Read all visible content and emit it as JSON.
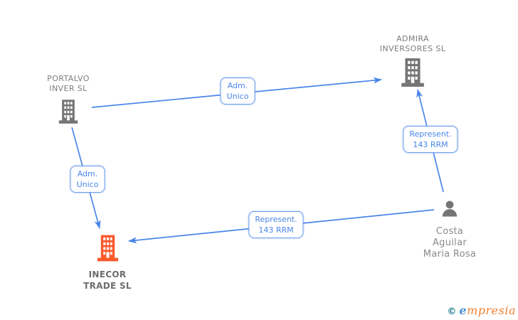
{
  "diagram": {
    "entities": {
      "portalvo": {
        "line1": "PORTALVO",
        "line2": "INVER SL",
        "icon": "building-icon",
        "color": "#757575",
        "type": "company"
      },
      "admira": {
        "line1": "ADMIRA",
        "line2": "INVERSORES SL",
        "icon": "building-icon",
        "color": "#757575",
        "type": "company"
      },
      "inecor": {
        "line1": "INECOR",
        "line2": "TRADE SL",
        "icon": "building-icon",
        "color": "#fb5a2d",
        "type": "company-highlighted"
      },
      "costa": {
        "line1": "Costa",
        "line2": "Aguilar",
        "line3": "Maria Rosa",
        "icon": "person-icon",
        "color": "#757575",
        "type": "person"
      }
    },
    "edge_labels": {
      "adm_unico_portalvo_admira": {
        "line1": "Adm.",
        "line2": "Unico"
      },
      "adm_unico_portalvo_inecor": {
        "line1": "Adm.",
        "line2": "Unico"
      },
      "represent_costa_admira": {
        "line1": "Represent.",
        "line2": "143 RRM"
      },
      "represent_costa_inecor": {
        "line1": "Represent.",
        "line2": "143 RRM"
      }
    },
    "colors": {
      "edge": "#4a86e8",
      "label_border": "#6d9eeb",
      "label_text": "#4a86e8",
      "entity_text": "#7d7d7d",
      "entity_icon_gray": "#757575",
      "highlight_orange": "#fb5a2d"
    }
  },
  "logo": {
    "copyright": "©",
    "first_letter": "e",
    "remainder": "mpresia"
  }
}
